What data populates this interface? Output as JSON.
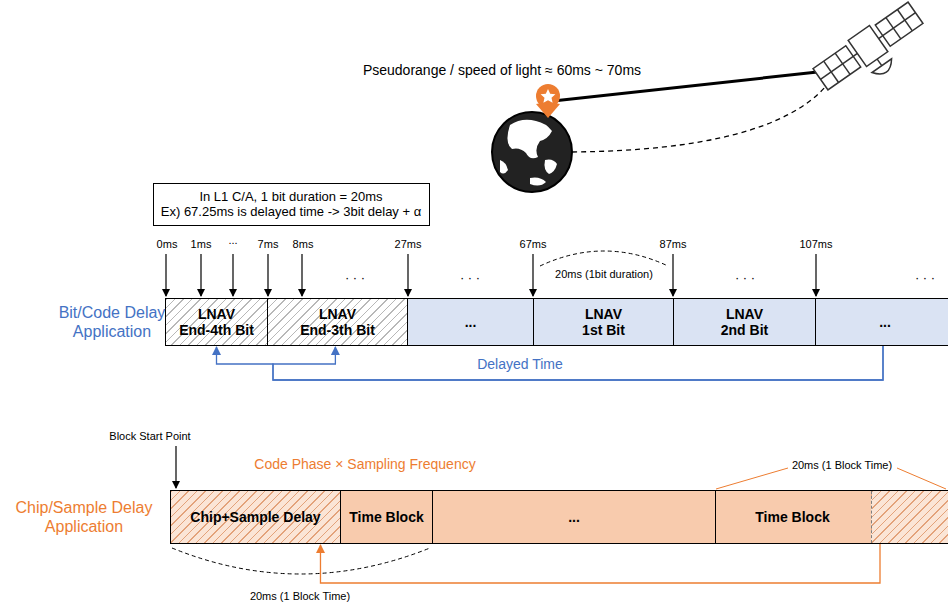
{
  "diagram": {
    "nodes": [
      {
        "text": [
          "In L1 C/A, 1 bit duration = 20ms",
          "Ex) 67.25ms is delayed time -> 3bit delay + α"
        ]
      },
      {
        "text": [
          "LNAV",
          "End-4th Bit"
        ]
      },
      {
        "text": [
          "LNAV",
          "End-3th Bit"
        ]
      },
      {
        "text": [
          "..."
        ]
      },
      {
        "text": [
          "LNAV",
          "1st Bit"
        ]
      },
      {
        "text": [
          "LNAV",
          "2nd Bit"
        ]
      },
      {
        "text": [
          "..."
        ]
      },
      {
        "text": [
          "Chip+Sample Delay"
        ]
      },
      {
        "text": [
          "Time Block"
        ]
      },
      {
        "text": [
          "..."
        ]
      },
      {
        "text": [
          "Time Block"
        ]
      }
    ],
    "edges": [
      {
        "from": 6,
        "to": 1,
        "arrow": "to"
      },
      {
        "from": 6,
        "to": 2,
        "arrow": "to"
      },
      {
        "from": 10,
        "to": 7,
        "arrow": "to"
      }
    ],
    "labels": [
      "Pseudorange / speed of light ≈ 60ms ~ 70ms",
      "Bit/Code Delay Application",
      "0ms",
      "1ms",
      "...",
      "7ms",
      "8ms",
      "27ms",
      "67ms",
      "87ms",
      "107ms",
      "· · ·",
      "· · ·",
      "· · ·",
      "· · ·",
      "20ms (1bit duration)",
      "Delayed Time",
      "Block Start Point",
      "Code Phase × Sampling Frequency",
      "Chip/Sample Delay Application",
      "20ms (1 Block Time)",
      "20ms (1 Block Time)"
    ]
  }
}
